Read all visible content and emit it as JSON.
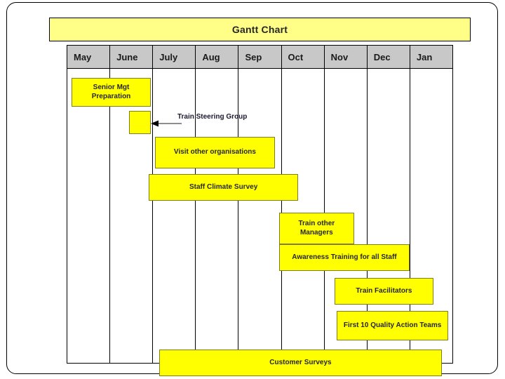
{
  "chart_title": "Gantt Chart",
  "months": [
    "May",
    "June",
    "July",
    "Aug",
    "Sep",
    "Oct",
    "Nov",
    "Dec",
    "Jan"
  ],
  "annotation": {
    "label": "Train Steering Group",
    "arrow": "left-arrow-icon"
  },
  "colors": {
    "title_bar": "#FFFF88",
    "header_cell": "#C8C8C8",
    "bar_fill": "#FFFF00",
    "bar_border": "#807D20",
    "grid_line": "#000000",
    "text": "#262626"
  },
  "chart_data": {
    "type": "bar",
    "title": "Gantt Chart",
    "xlabel": "",
    "ylabel": "",
    "categories": [
      "May",
      "June",
      "July",
      "Aug",
      "Sep",
      "Oct",
      "Nov",
      "Dec",
      "Jan"
    ],
    "grid": true,
    "legend": "none",
    "tasks": [
      {
        "name": "Senior Mgt Preparation",
        "start_month": "May",
        "end_month": "June",
        "start_index": 0.1,
        "end_index": 1.95,
        "row": 0
      },
      {
        "name": "",
        "label": "Train Steering Group",
        "start_month": "June",
        "end_month": "June",
        "start_index": 1.45,
        "end_index": 1.95,
        "row": 1,
        "annotated": true
      },
      {
        "name": "Visit other organisations",
        "start_month": "July",
        "end_month": "Sep",
        "start_index": 2.05,
        "end_index": 4.85,
        "row": 2
      },
      {
        "name": "Staff Climate Survey",
        "start_month": "July",
        "end_month": "Oct",
        "start_index": 1.9,
        "end_index": 5.4,
        "row": 3
      },
      {
        "name": "Train other Managers",
        "start_month": "Oct",
        "end_month": "Nov",
        "start_index": 4.95,
        "end_index": 6.7,
        "row": 4
      },
      {
        "name": "Awareness Training for all Staff",
        "start_month": "Oct",
        "end_month": "Dec",
        "start_index": 4.95,
        "end_index": 8.0,
        "row": 5
      },
      {
        "name": "Train Facilitators",
        "start_month": "Nov",
        "end_month": "Dec",
        "start_index": 6.25,
        "end_index": 8.55,
        "row": 6
      },
      {
        "name": "First 10 Quality Action Teams",
        "start_month": "Nov",
        "end_month": "Jan",
        "start_index": 6.3,
        "end_index": 8.9,
        "row": 7
      },
      {
        "name": "Customer Surveys",
        "start_month": "July",
        "end_month": "Jan",
        "start_index": 2.15,
        "end_index": 8.75,
        "row": 8
      }
    ]
  }
}
